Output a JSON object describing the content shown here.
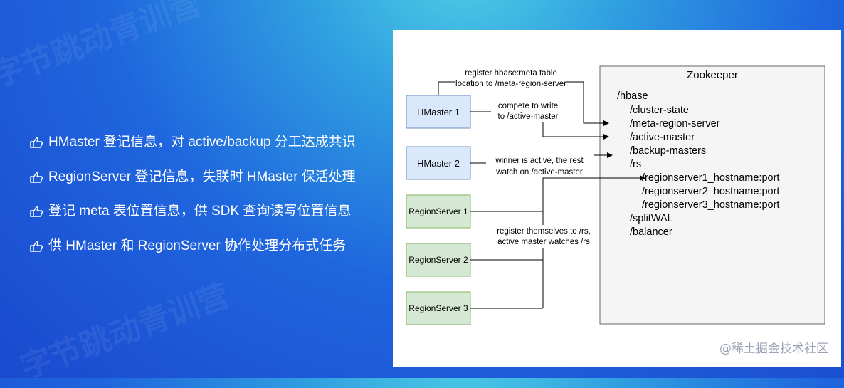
{
  "bullets": [
    "HMaster 登记信息，对 active/backup 分工达成共识",
    "RegionServer 登记信息，失联时 HMaster 保活处理",
    "登记 meta 表位置信息，供 SDK 查询读写位置信息",
    "供 HMaster 和 RegionServer 协作处理分布式任务"
  ],
  "diagram": {
    "hmasters": [
      "HMaster 1",
      "HMaster 2"
    ],
    "region_servers": [
      "RegionServer 1",
      "RegionServer 2",
      "RegionServer 3"
    ],
    "zookeeper": {
      "title": "Zookeeper",
      "tree": [
        "/hbase",
        "/cluster-state",
        "/meta-region-server",
        "/active-master",
        "/backup-masters",
        "/rs",
        "/regionserver1_hostname:port",
        "/regionserver2_hostname:port",
        "/regionserver3_hostname:port",
        "/splitWAL",
        "/balancer"
      ]
    },
    "edge_labels": {
      "register_meta_1": "register hbase:meta table",
      "register_meta_2": "location to /meta-region-server",
      "compete_1": "compete to write",
      "compete_2": "to /active-master",
      "winner_1": "winner is active, the rest",
      "winner_2": "watch on /active-master",
      "rs_register_1": "register themselves to /rs,",
      "rs_register_2": "active master watches /rs"
    },
    "colors": {
      "hmaster_fill": "#dae8fc",
      "hmaster_stroke": "#6c8ebf",
      "rs_fill": "#d5e8d4",
      "rs_stroke": "#82b366",
      "zk_fill": "#f5f5f5",
      "zk_stroke": "#666666"
    }
  },
  "watermark": "@稀土掘金技术社区",
  "background_watermark": [
    "字节跳动青训营",
    "字节跳动青训营"
  ]
}
